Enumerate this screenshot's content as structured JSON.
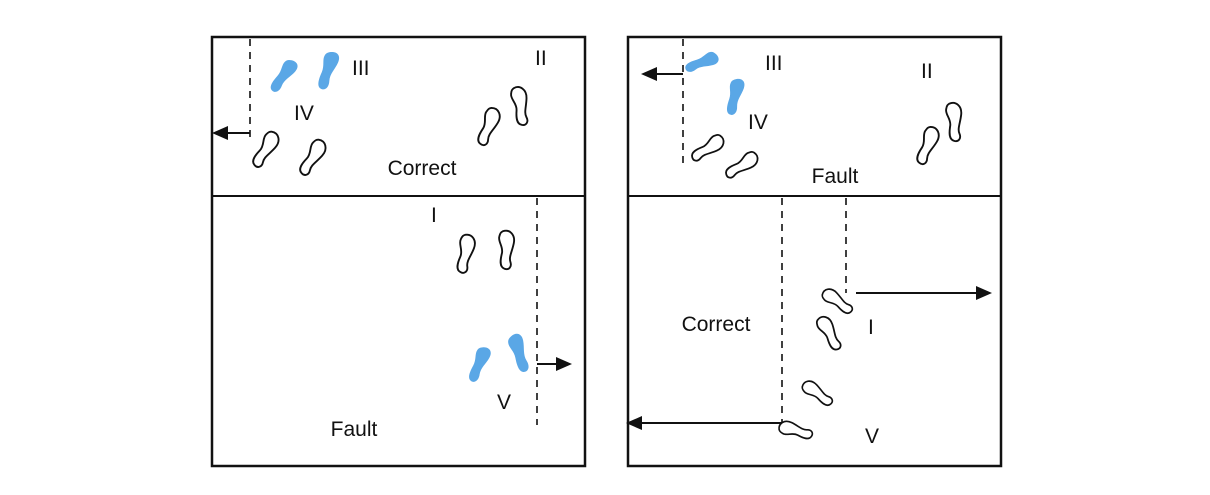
{
  "colors": {
    "highlight": "#5aa7e6",
    "outline": "#111111",
    "background": "#ffffff"
  },
  "left_panel": {
    "top_label": "Correct",
    "bottom_label": "Fault",
    "marks": {
      "i": "I",
      "ii": "II",
      "iii": "III",
      "iv": "IV",
      "v": "V"
    }
  },
  "right_panel": {
    "top_label": "Fault",
    "bottom_label": "Correct",
    "marks": {
      "i": "I",
      "ii": "II",
      "iii": "III",
      "iv": "IV",
      "v": "V"
    }
  }
}
